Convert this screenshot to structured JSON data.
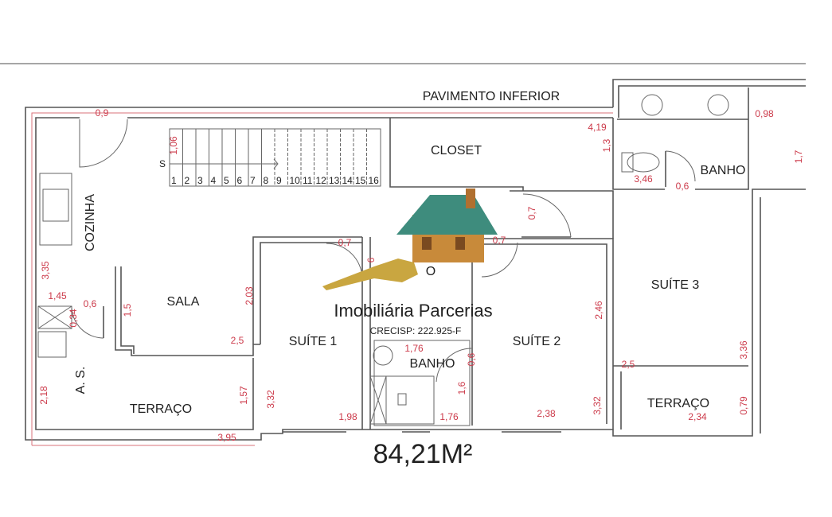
{
  "title": "PAVIMENTO INFERIOR",
  "area": "84,21M²",
  "watermark": {
    "name": "Imobiliária Parcerias",
    "registration": "CRECISP: 222.925-F",
    "icon": "house-with-key-icon"
  },
  "rooms": {
    "closet": "CLOSET",
    "banho_top": "BANHO",
    "cozinha": "COZINHA",
    "sala": "SALA",
    "suite1": "SUÍTE 1",
    "suite2": "SUÍTE 2",
    "suite3": "SUÍTE 3",
    "banho_mid": "BANHO",
    "area_servico": "A. S.",
    "terraco_left": "TERRAÇO",
    "terraco_right": "TERRAÇO",
    "partial_o": "O"
  },
  "stairs": {
    "start_label": "S",
    "steps": [
      "1",
      "2",
      "3",
      "4",
      "5",
      "6",
      "7",
      "8",
      "9",
      "10",
      "11",
      "12",
      "13",
      "14",
      "15",
      "16"
    ]
  },
  "dimensions": [
    "0,9",
    "1,06",
    "4,19",
    "1,3",
    "0,98",
    "1,7",
    "3,46",
    "0,6",
    "0,7",
    "0,7",
    "0,7",
    "6",
    "3,35",
    "1,45",
    "0,6",
    "0,34",
    "1,5",
    "2,03",
    "2,46",
    "1,76",
    "2,5",
    "3,36",
    "2,5",
    "0,6",
    "2,18",
    "1,57",
    "3,32",
    "1,6",
    "3,32",
    "0,79",
    "1,98",
    "1,76",
    "2,38",
    "2,34",
    "3,95"
  ],
  "colors": {
    "walls": "#555555",
    "dimensions": "#cc3a4a",
    "text": "#222222"
  }
}
